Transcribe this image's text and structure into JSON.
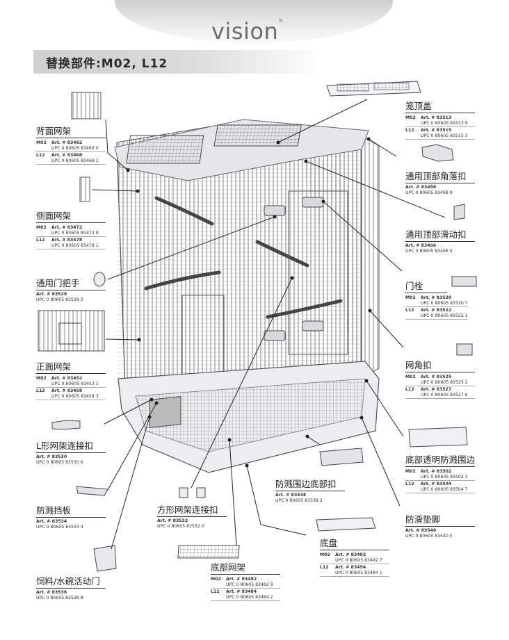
{
  "header": {
    "logo": "vision",
    "logo_mark": "®",
    "title": "替换部件:M02, L12"
  },
  "parts": [
    {
      "id": "cage-top",
      "name": "笼顶盖",
      "rows": [
        {
          "model": "M02",
          "art": "Art. # 83513",
          "upc": "UPC 0 80605 83513 9"
        },
        {
          "model": "L12",
          "art": "Art. # 83515",
          "upc": "UPC 0 80605 83515 3"
        }
      ]
    },
    {
      "id": "top-corner-clip",
      "name": "通用顶部角落扣",
      "art": "Art. # 83498",
      "upc": "UPC 0 80605 83498 9"
    },
    {
      "id": "top-slide-clip",
      "name": "通用顶部滑动扣",
      "art": "Art. # 83496",
      "upc": "UPC 0 80605 83496 5"
    },
    {
      "id": "door-latch",
      "name": "门栓",
      "rows": [
        {
          "model": "M02",
          "art": "Art. # 83520",
          "upc": "UPC 0 80605 83520 7"
        },
        {
          "model": "L12",
          "art": "Art. # 83522",
          "upc": "UPC 0 80605 83522 1"
        }
      ]
    },
    {
      "id": "mesh-corner-clip",
      "name": "网角扣",
      "rows": [
        {
          "model": "M02",
          "art": "Art. # 83525",
          "upc": "UPC 0 80605 83525 2"
        },
        {
          "model": "L12",
          "art": "Art. # 83527",
          "upc": "UPC 0 80605 83527 6"
        }
      ]
    },
    {
      "id": "splash-guard",
      "name": "底部透明防溅围边",
      "rows": [
        {
          "model": "M02",
          "art": "Art. # 83502",
          "upc": "UPC 0 80605 83502 3"
        },
        {
          "model": "L12",
          "art": "Art. # 83504",
          "upc": "UPC 0 80605 83504 7"
        }
      ]
    },
    {
      "id": "anti-slip-foot",
      "name": "防滑垫脚",
      "art": "Art. # 83540",
      "upc": "UPC 0 80605 83540 5"
    },
    {
      "id": "base-tray",
      "name": "底盘",
      "rows": [
        {
          "model": "M02",
          "art": "Art. # 83492",
          "upc": "UPC 0 80605 83492 7"
        },
        {
          "model": "L12",
          "art": "Art. # 83494",
          "upc": "UPC 0 80605 83494 1"
        }
      ]
    },
    {
      "id": "splash-bottom-clip",
      "name": "防溅围边底部扣",
      "art": "Art. # 83538",
      "upc": "UPC 0 80605 83538 2"
    },
    {
      "id": "bottom-grille",
      "name": "底部网架",
      "rows": [
        {
          "model": "M02",
          "art": "Art. # 83482",
          "upc": "UPC 0 80605 83482 8"
        },
        {
          "model": "L12",
          "art": "Art. # 83484",
          "upc": "UPC 0 80605 83484 2"
        }
      ]
    },
    {
      "id": "square-mesh-connector",
      "name": "方形网架连接扣",
      "art": "Art. # 83532",
      "upc": "UPC 0 80605 83532 0"
    },
    {
      "id": "feeder-door",
      "name": "饲料/水碗活动门",
      "art": "Art. # 83536",
      "upc": "UPC 0 80605 83536 8"
    },
    {
      "id": "splash-plate",
      "name": "防溅挡板",
      "art": "Art. # 83534",
      "upc": "UPC 0 80605 83534 4"
    },
    {
      "id": "l-connector",
      "name": "L形网架连接扣",
      "art": "Art. # 83530",
      "upc": "UPC 0 80605 83530 6"
    },
    {
      "id": "front-mesh",
      "name": "正面网架",
      "rows": [
        {
          "model": "M02",
          "art": "Art. # 83452",
          "upc": "UPC 0 80605 83452 1"
        },
        {
          "model": "L12",
          "art": "Art. # 83458",
          "upc": "UPC 0 80605 83458 3"
        }
      ]
    },
    {
      "id": "door-handle",
      "name": "通用门把手",
      "art": "Art. # 83528",
      "upc": "UPC 0 80605 83528 3"
    },
    {
      "id": "side-mesh",
      "name": "侧面网架",
      "rows": [
        {
          "model": "M02",
          "art": "Art. # 83472",
          "upc": "UPC 0 80605 83472 9"
        },
        {
          "model": "L12",
          "art": "Art. # 83478",
          "upc": "UPC 0 80605 83478 1"
        }
      ]
    },
    {
      "id": "back-mesh",
      "name": "背面网架",
      "rows": [
        {
          "model": "M02",
          "art": "Art. # 83462",
          "upc": "UPC 0 80605 83462 0"
        },
        {
          "model": "L12",
          "art": "Art. # 83468",
          "upc": "UPC 0 80605 83468 2"
        }
      ]
    }
  ]
}
